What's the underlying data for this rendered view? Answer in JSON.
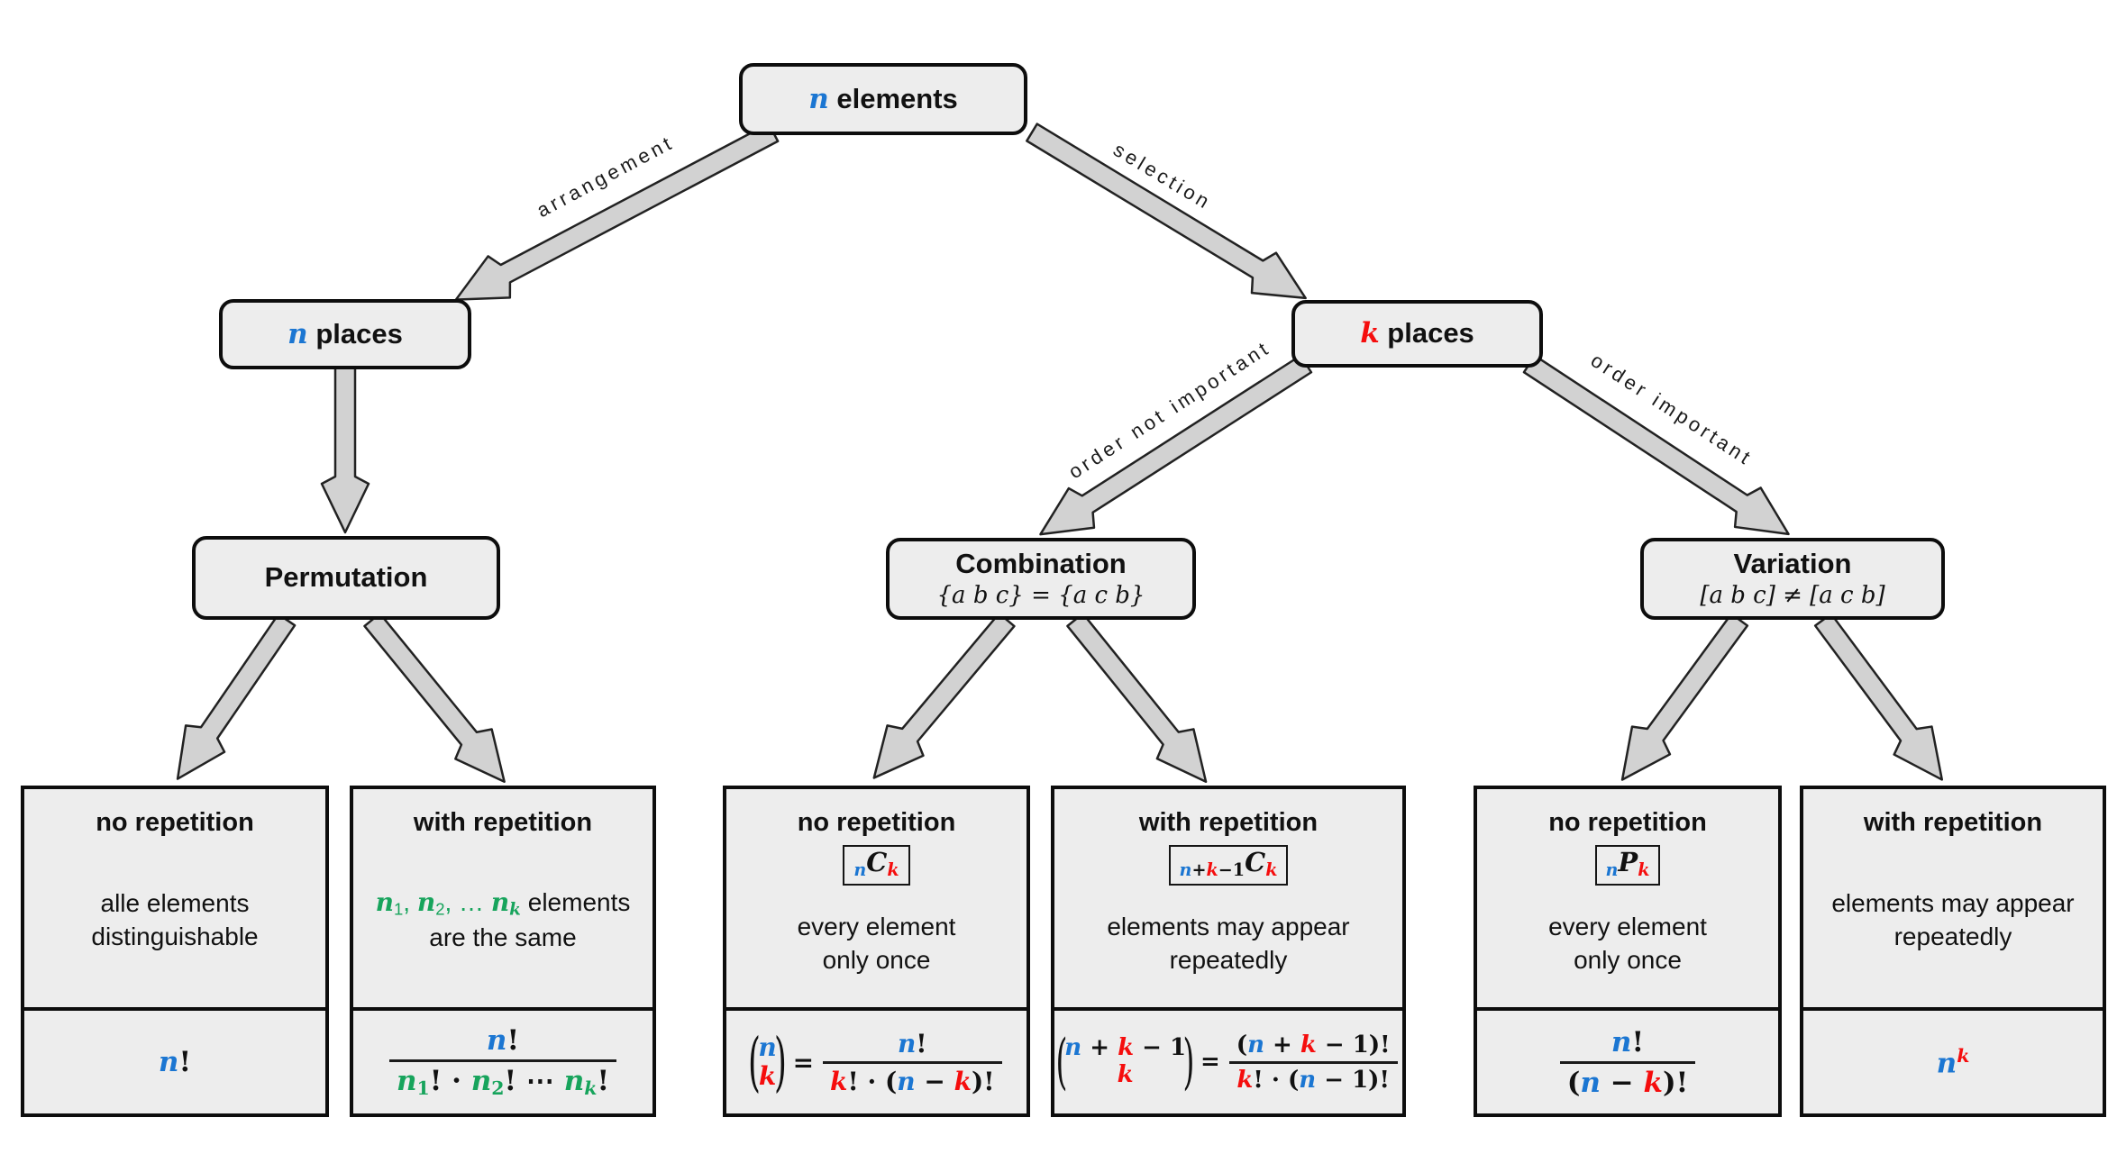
{
  "colors": {
    "blue": "#1b76d2",
    "red": "#f50d0d",
    "green": "#17a45c",
    "box_fill": "#ededed",
    "box_border": "#0d0d0d",
    "arrow_fill": "#d2d2d2",
    "arrow_stroke": "#222222"
  },
  "nodes": {
    "elements": {
      "label_parts": [
        {
          "t": "n",
          "c": "blue",
          "i": 1
        },
        {
          "t": " elements"
        }
      ]
    },
    "n_places": {
      "label_parts": [
        {
          "t": "n",
          "c": "blue",
          "i": 1
        },
        {
          "t": " places"
        }
      ]
    },
    "k_places": {
      "label_parts": [
        {
          "t": "k",
          "c": "red",
          "i": 1
        },
        {
          "t": " places"
        }
      ]
    },
    "permutation": {
      "title": "Permutation"
    },
    "combination": {
      "title": "Combination",
      "subtitle": "{a b c} = {a c b}"
    },
    "variation": {
      "title": "Variation",
      "subtitle": "[a b c] ≠ [a c b]"
    }
  },
  "edges": {
    "arrangement": {
      "label": "arrangement"
    },
    "selection": {
      "label": "selection"
    },
    "order_not_important": {
      "label": "order not important"
    },
    "order_important": {
      "label": "order important"
    }
  },
  "leaves": [
    {
      "heading": "no repetition",
      "desc_lines": [
        [
          {
            "t": "alle elements"
          }
        ],
        [
          {
            "t": "distinguishable"
          }
        ]
      ],
      "formula": {
        "type": "parts",
        "parts": [
          {
            "t": "n",
            "c": "blue",
            "i": 1
          },
          {
            "t": "!"
          }
        ]
      }
    },
    {
      "heading": "with repetition",
      "desc_lines": [
        [
          {
            "t": "n",
            "c": "green",
            "i": 1
          },
          {
            "t": "1",
            "c": "green",
            "v": "sub"
          },
          {
            "t": ", ",
            "c": "green"
          },
          {
            "t": "n",
            "c": "green",
            "i": 1
          },
          {
            "t": "2",
            "c": "green",
            "v": "sub"
          },
          {
            "t": ", … ",
            "c": "green"
          },
          {
            "t": "n",
            "c": "green",
            "i": 1
          },
          {
            "t": "k",
            "c": "green",
            "v": "sub",
            "i": 1
          },
          {
            "t": " elements"
          }
        ],
        [
          {
            "t": "are the same"
          }
        ]
      ],
      "formula": {
        "type": "frac",
        "num": [
          {
            "t": "n",
            "c": "blue",
            "i": 1
          },
          {
            "t": "!"
          }
        ],
        "den": [
          {
            "t": "n",
            "c": "green",
            "i": 1
          },
          {
            "t": "1",
            "c": "green",
            "v": "sub"
          },
          {
            "t": "! · "
          },
          {
            "t": "n",
            "c": "green",
            "i": 1
          },
          {
            "t": "2",
            "c": "green",
            "v": "sub"
          },
          {
            "t": "! ⋯ "
          },
          {
            "t": "n",
            "c": "green",
            "i": 1
          },
          {
            "t": "k",
            "c": "green",
            "v": "sub",
            "i": 1
          },
          {
            "t": "!"
          }
        ]
      }
    },
    {
      "heading": "no repetition",
      "badge_parts": [
        {
          "t": "n",
          "c": "blue",
          "v": "sub",
          "i": 1
        },
        {
          "t": "C",
          "i": 1
        },
        {
          "t": "k",
          "c": "red",
          "v": "sub",
          "i": 1
        }
      ],
      "desc_lines": [
        [
          {
            "t": "every element"
          }
        ],
        [
          {
            "t": "only once"
          }
        ]
      ],
      "formula": {
        "type": "binom",
        "eq": "=",
        "top": [
          {
            "t": "n",
            "c": "blue",
            "i": 1
          }
        ],
        "bottom": [
          {
            "t": "k",
            "c": "red",
            "i": 1
          }
        ],
        "num": [
          {
            "t": "n",
            "c": "blue",
            "i": 1
          },
          {
            "t": "!"
          }
        ],
        "den": [
          {
            "t": "k",
            "c": "red",
            "i": 1
          },
          {
            "t": "! · ("
          },
          {
            "t": "n",
            "c": "blue",
            "i": 1
          },
          {
            "t": " − "
          },
          {
            "t": "k",
            "c": "red",
            "i": 1
          },
          {
            "t": ")!"
          }
        ]
      }
    },
    {
      "heading": "with repetition",
      "badge_parts": [
        {
          "t": "n",
          "c": "blue",
          "v": "sub",
          "i": 1
        },
        {
          "t": "+",
          "v": "sub"
        },
        {
          "t": "k",
          "c": "red",
          "v": "sub",
          "i": 1
        },
        {
          "t": "−1",
          "v": "sub"
        },
        {
          "t": "C",
          "i": 1
        },
        {
          "t": "k",
          "c": "red",
          "v": "sub",
          "i": 1
        }
      ],
      "desc_lines": [
        [
          {
            "t": "elements may appear"
          }
        ],
        [
          {
            "t": "repeatedly"
          }
        ]
      ],
      "formula": {
        "type": "binom",
        "eq": "=",
        "top": [
          {
            "t": "n",
            "c": "blue",
            "i": 1
          },
          {
            "t": " + "
          },
          {
            "t": "k",
            "c": "red",
            "i": 1
          },
          {
            "t": " − 1"
          }
        ],
        "bottom": [
          {
            "t": "k",
            "c": "red",
            "i": 1
          }
        ],
        "num": [
          {
            "t": "("
          },
          {
            "t": "n",
            "c": "blue",
            "i": 1
          },
          {
            "t": " + "
          },
          {
            "t": "k",
            "c": "red",
            "i": 1
          },
          {
            "t": " − 1)!"
          }
        ],
        "den": [
          {
            "t": "k",
            "c": "red",
            "i": 1
          },
          {
            "t": "! · ("
          },
          {
            "t": "n",
            "c": "blue",
            "i": 1
          },
          {
            "t": " − 1)!"
          }
        ]
      }
    },
    {
      "heading": "no repetition",
      "badge_parts": [
        {
          "t": "n",
          "c": "blue",
          "v": "sub",
          "i": 1
        },
        {
          "t": "P",
          "i": 1
        },
        {
          "t": "k",
          "c": "red",
          "v": "sub",
          "i": 1
        }
      ],
      "desc_lines": [
        [
          {
            "t": "every element"
          }
        ],
        [
          {
            "t": "only once"
          }
        ]
      ],
      "formula": {
        "type": "frac",
        "num": [
          {
            "t": "n",
            "c": "blue",
            "i": 1
          },
          {
            "t": "!"
          }
        ],
        "den": [
          {
            "t": "("
          },
          {
            "t": "n",
            "c": "blue",
            "i": 1
          },
          {
            "t": " − "
          },
          {
            "t": "k",
            "c": "red",
            "i": 1
          },
          {
            "t": ")!"
          }
        ]
      }
    },
    {
      "heading": "with repetition",
      "desc_lines": [
        [
          {
            "t": "elements may appear"
          }
        ],
        [
          {
            "t": "repeatedly"
          }
        ]
      ],
      "formula": {
        "type": "parts",
        "parts": [
          {
            "t": "n",
            "c": "blue",
            "i": 1
          },
          {
            "t": "k",
            "c": "red",
            "i": 1,
            "v": "sup"
          }
        ]
      }
    }
  ]
}
